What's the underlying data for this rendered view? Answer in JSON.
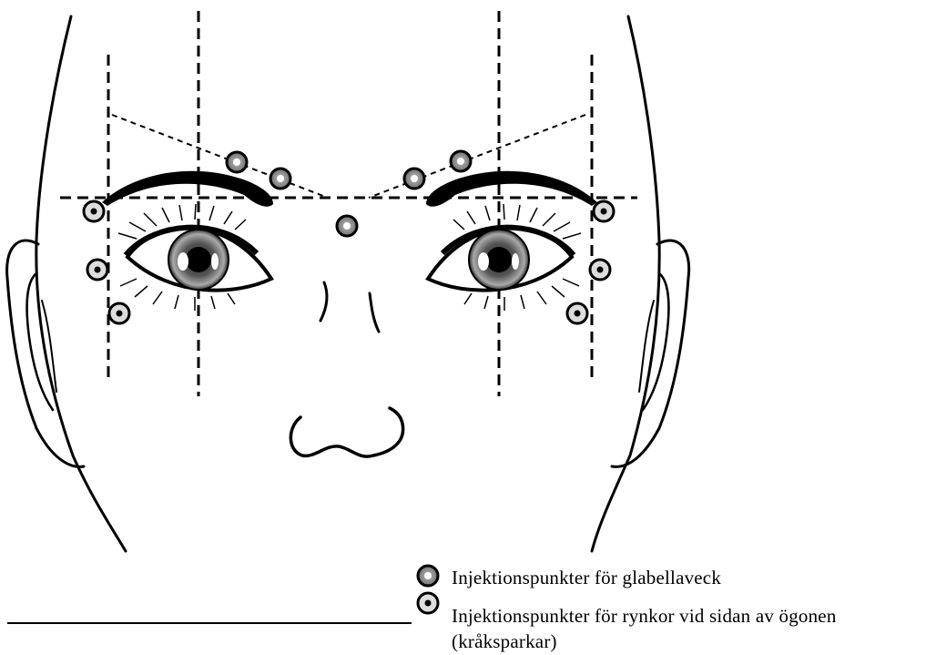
{
  "legend": {
    "items": [
      {
        "label": "Injektionspunkter för glabellaveck",
        "marker": "glabella-marker-icon"
      },
      {
        "label": "Injektionspunkter för rynkor vid sidan av ögonen",
        "label_cont": "(kråksparkar)",
        "marker": "crows-feet-marker-icon"
      }
    ]
  },
  "colors": {
    "line": "#000000",
    "marker_fill": "#8c8c8c",
    "background": "#ffffff"
  }
}
